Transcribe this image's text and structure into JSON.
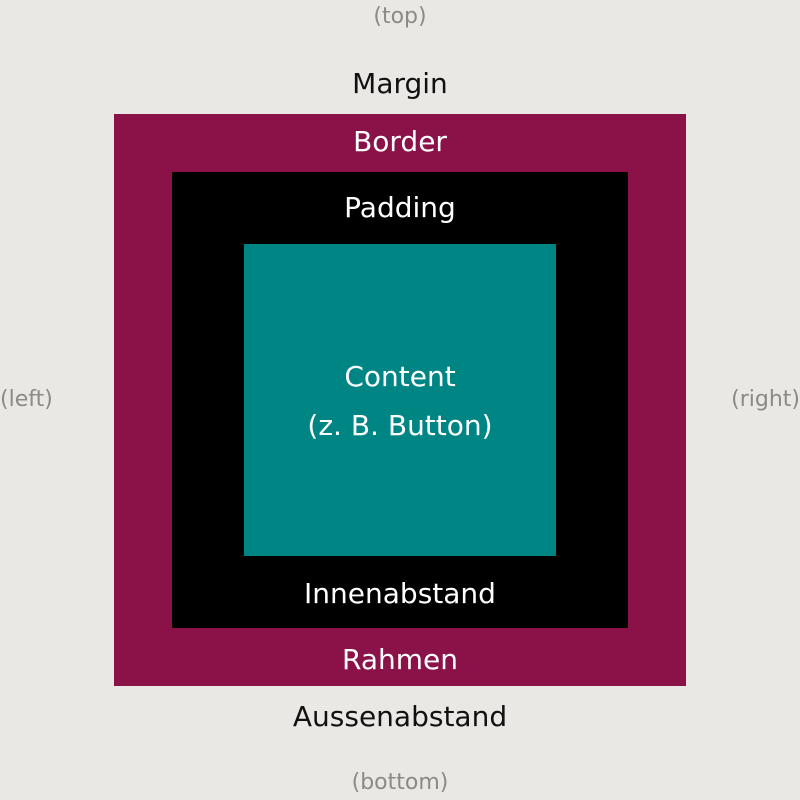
{
  "colors": {
    "background": "#EAE8E4",
    "border_box": "#8B1249",
    "padding_box": "#000000",
    "content_box": "#008585",
    "side_label": "#8C8A86"
  },
  "sides": {
    "top": "(top)",
    "left": "(left)",
    "right": "(right)",
    "bottom": "(bottom)"
  },
  "margin": {
    "label_en": "Margin",
    "label_de": "Aussenabstand"
  },
  "border": {
    "label_en": "Border",
    "label_de": "Rahmen"
  },
  "padding": {
    "label_en": "Padding",
    "label_de": "Innenabstand"
  },
  "content": {
    "line1": "Content",
    "line2": "(z. B. Button)"
  }
}
